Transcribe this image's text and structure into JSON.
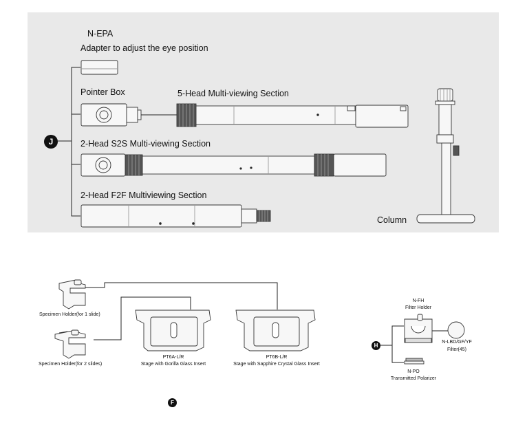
{
  "top_section": {
    "badge": "J",
    "n_epa": {
      "code": "N-EPA",
      "description": "Adapter to adjust the eye position"
    },
    "pointer_box": "Pointer Box",
    "five_head": "5-Head Multi-viewing Section",
    "two_head_s2s": "2-Head S2S Multi-viewing Section",
    "two_head_f2f": "2-Head F2F Multiviewing Section",
    "column": "Column"
  },
  "bottom_left": {
    "badge": "F",
    "specimen_holder_1": "Specimen Holder(for 1 slide)",
    "specimen_holder_2": "Specimen Holder(for 2 slides)",
    "stage_a": {
      "code": "PT6A-L/R",
      "description": "Stage with Gorilla Glass Insert"
    },
    "stage_b": {
      "code": "PT6B-L/R",
      "description": "Stage with Sapphire Crystal Glass Insert"
    }
  },
  "bottom_right": {
    "badge": "H",
    "filter_holder": {
      "code": "N-FH",
      "description": "Filter Holder"
    },
    "filter": {
      "code": "N-LBD/GF/YF",
      "description": "Filter(45)"
    },
    "polarizer": {
      "code": "N-PO",
      "description": "Transmitted Polarizer"
    }
  }
}
